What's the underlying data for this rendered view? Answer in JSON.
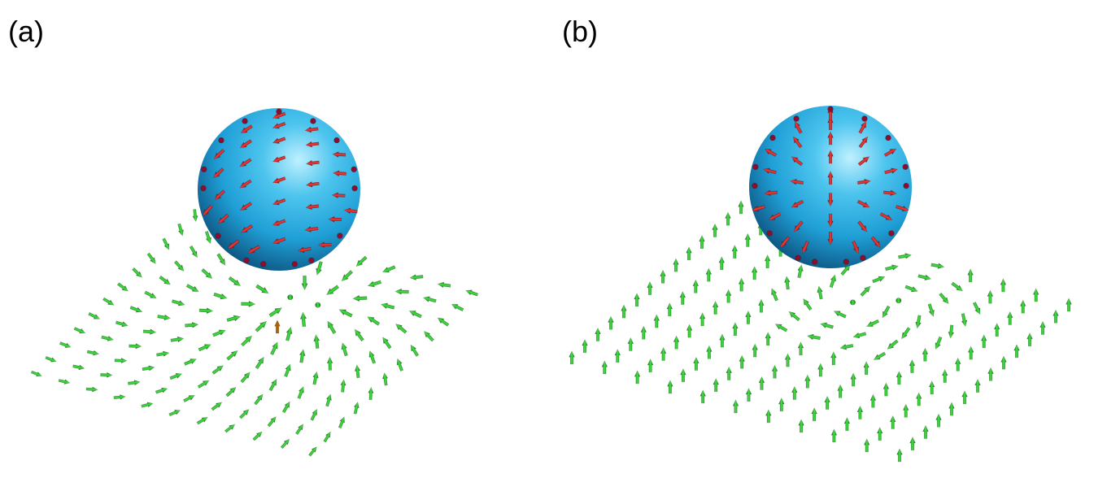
{
  "panels": [
    {
      "label": "(a)",
      "description_colors": {
        "sphere": "#1f9fd6",
        "sphere_arrows": "#d01818",
        "plane_arrows": "#22c022",
        "center_arrow": "#b06000"
      },
      "plane_texture": "swirl",
      "sphere_texture": "curl"
    },
    {
      "label": "(b)",
      "description_colors": {
        "sphere": "#1f9fd6",
        "sphere_arrows": "#d01818",
        "plane_arrows": "#22c022"
      },
      "plane_texture": "uniform-up-with-vortex",
      "sphere_texture": "radial"
    }
  ],
  "colors": {
    "background": "#ffffff",
    "sphere": "#1f9fd6",
    "sphere_highlight": "#bff0ff",
    "sphere_shadow": "#0b4d78",
    "red_arrow": "#d01818",
    "green_arrow": "#22c022",
    "orange_arrow": "#b06000"
  },
  "icons": [
    "sphere-icon",
    "arrow-icon"
  ]
}
